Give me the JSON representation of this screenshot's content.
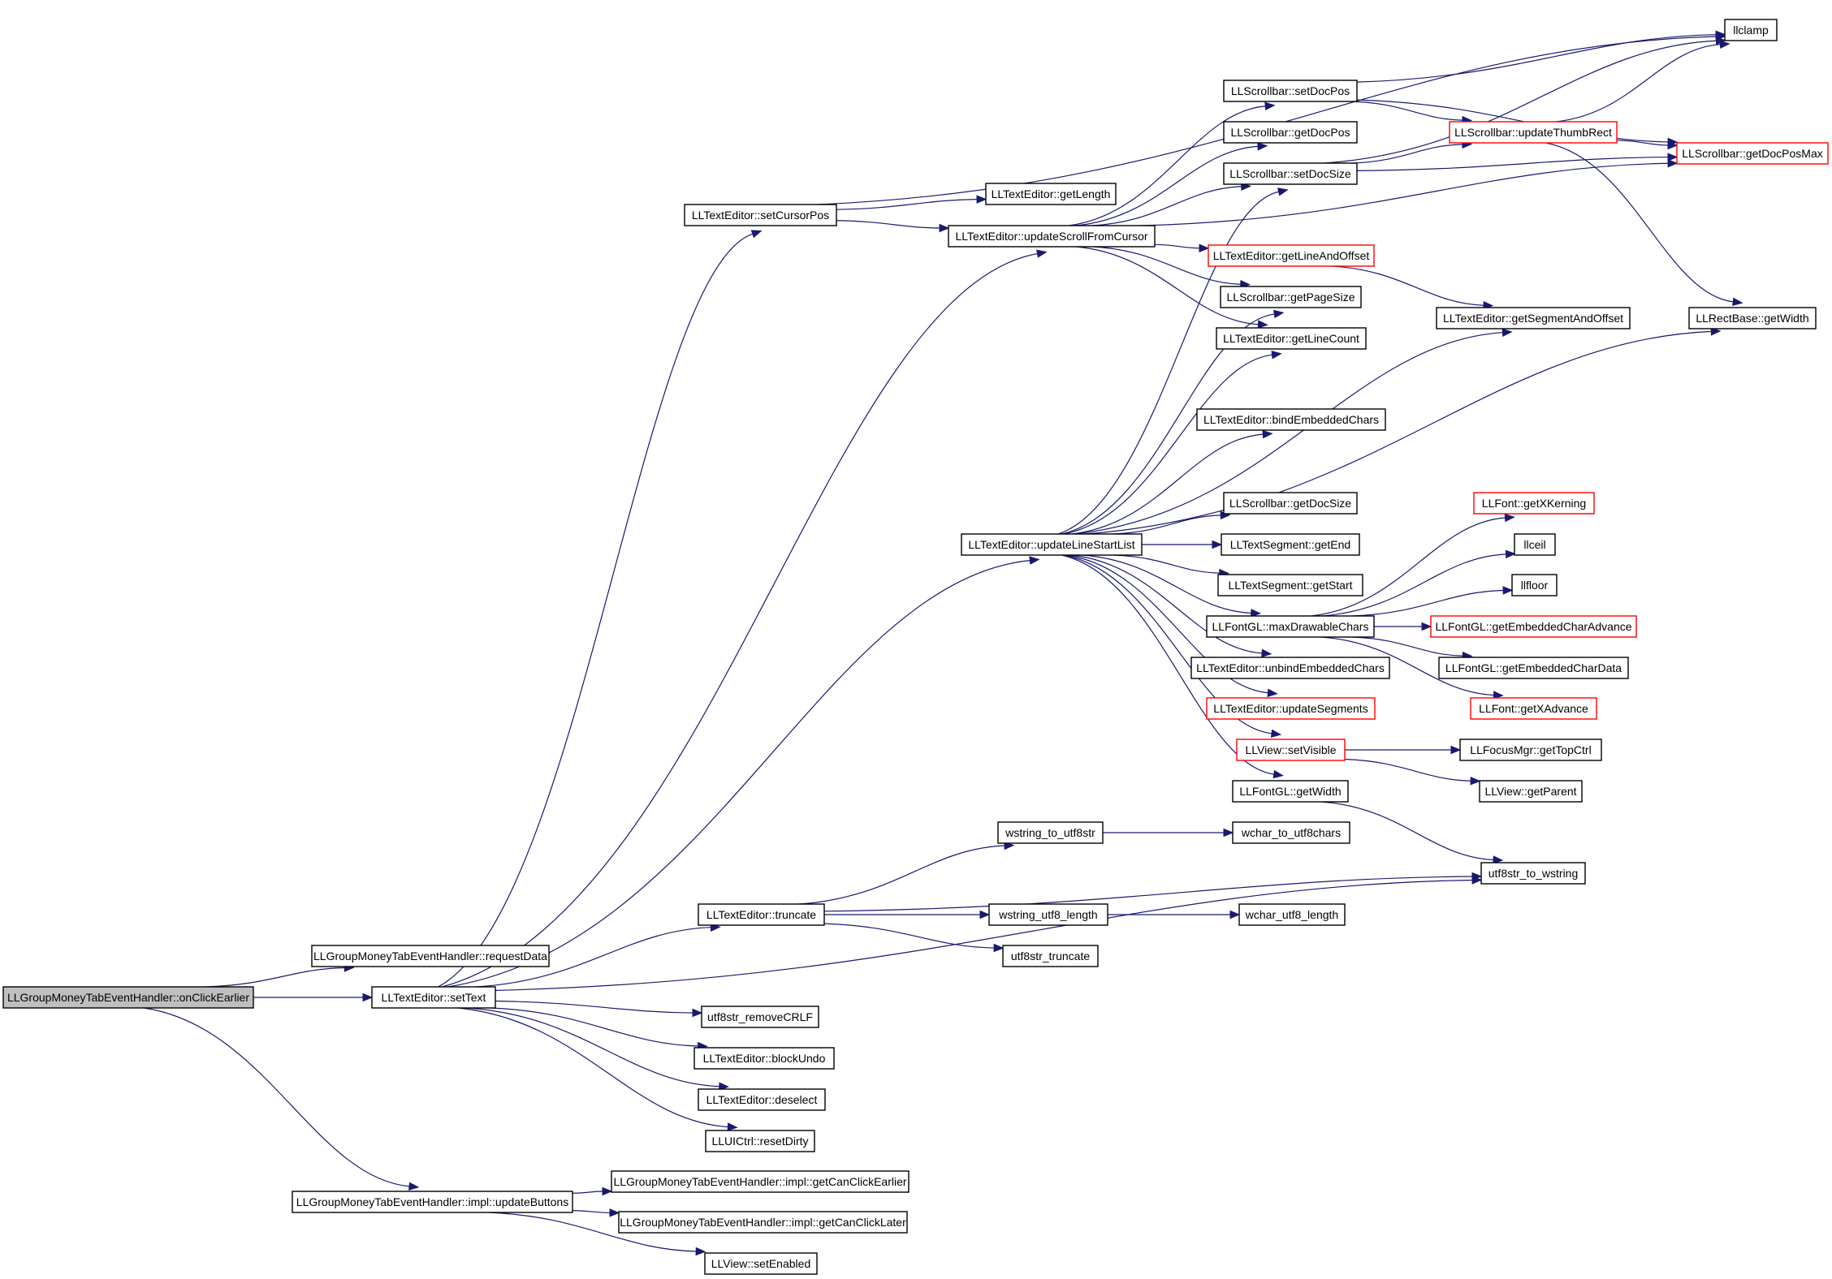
{
  "colors": {
    "edge": "#191970",
    "node_border": "#000000",
    "node_border_truncated": "#ff0000",
    "root_fill": "#bfbfbf",
    "node_fill": "#ffffff"
  },
  "nodes": [
    {
      "id": "onClickEarlier",
      "label": "LLGroupMoneyTabEventHandler::onClickEarlier",
      "root": true
    },
    {
      "id": "requestData",
      "label": "LLGroupMoneyTabEventHandler::requestData"
    },
    {
      "id": "setText",
      "label": "LLTextEditor::setText"
    },
    {
      "id": "updateButtons",
      "label": "LLGroupMoneyTabEventHandler::impl::updateButtons"
    },
    {
      "id": "setCursorPos",
      "label": "LLTextEditor::setCursorPos"
    },
    {
      "id": "updateLineStartList",
      "label": "LLTextEditor::updateLineStartList"
    },
    {
      "id": "updateScrollFromCursor",
      "label": "LLTextEditor::updateScrollFromCursor"
    },
    {
      "id": "truncate",
      "label": "LLTextEditor::truncate"
    },
    {
      "id": "utf8str_removeCRLF",
      "label": "utf8str_removeCRLF"
    },
    {
      "id": "blockUndo",
      "label": "LLTextEditor::blockUndo"
    },
    {
      "id": "deselect",
      "label": "LLTextEditor::deselect"
    },
    {
      "id": "resetDirty",
      "label": "LLUICtrl::resetDirty"
    },
    {
      "id": "utf8str_to_wstring",
      "label": "utf8str_to_wstring"
    },
    {
      "id": "getCanClickEarlier",
      "label": "LLGroupMoneyTabEventHandler::impl::getCanClickEarlier"
    },
    {
      "id": "getCanClickLater",
      "label": "LLGroupMoneyTabEventHandler::impl::getCanClickLater"
    },
    {
      "id": "setEnabled",
      "label": "LLView::setEnabled"
    },
    {
      "id": "llclamp",
      "label": "llclamp"
    },
    {
      "id": "getLength",
      "label": "LLTextEditor::getLength"
    },
    {
      "id": "sbSetDocPos",
      "label": "LLScrollbar::setDocPos"
    },
    {
      "id": "sbGetDocPos",
      "label": "LLScrollbar::getDocPos"
    },
    {
      "id": "sbSetDocSize",
      "label": "LLScrollbar::setDocSize"
    },
    {
      "id": "getDocPosMax",
      "label": "LLScrollbar::getDocPosMax",
      "truncated": true
    },
    {
      "id": "getLineAndOffset",
      "label": "LLTextEditor::getLineAndOffset",
      "truncated": true
    },
    {
      "id": "sbGetPageSize",
      "label": "LLScrollbar::getPageSize"
    },
    {
      "id": "getLineCount",
      "label": "LLTextEditor::getLineCount"
    },
    {
      "id": "bindEmbeddedChars",
      "label": "LLTextEditor::bindEmbeddedChars"
    },
    {
      "id": "sbGetDocSize",
      "label": "LLScrollbar::getDocSize"
    },
    {
      "id": "segGetEnd",
      "label": "LLTextSegment::getEnd"
    },
    {
      "id": "segGetStart",
      "label": "LLTextSegment::getStart"
    },
    {
      "id": "maxDrawableChars",
      "label": "LLFontGL::maxDrawableChars"
    },
    {
      "id": "unbindEmbeddedChars",
      "label": "LLTextEditor::unbindEmbeddedChars"
    },
    {
      "id": "updateSegments",
      "label": "LLTextEditor::updateSegments",
      "truncated": true
    },
    {
      "id": "setVisible",
      "label": "LLView::setVisible",
      "truncated": true
    },
    {
      "id": "fontGetWidth",
      "label": "LLFontGL::getWidth"
    },
    {
      "id": "updateThumbRect",
      "label": "LLScrollbar::updateThumbRect",
      "truncated": true
    },
    {
      "id": "getSegmentAndOffset",
      "label": "LLTextEditor::getSegmentAndOffset"
    },
    {
      "id": "rectGetWidth",
      "label": "LLRectBase::getWidth"
    },
    {
      "id": "getXKerning",
      "label": "LLFont::getXKerning",
      "truncated": true
    },
    {
      "id": "llceil",
      "label": "llceil"
    },
    {
      "id": "llfloor",
      "label": "llfloor"
    },
    {
      "id": "getEmbeddedCharAdvance",
      "label": "LLFontGL::getEmbeddedCharAdvance",
      "truncated": true
    },
    {
      "id": "getEmbeddedCharData",
      "label": "LLFontGL::getEmbeddedCharData"
    },
    {
      "id": "getXAdvance",
      "label": "LLFont::getXAdvance",
      "truncated": true
    },
    {
      "id": "getTopCtrl",
      "label": "LLFocusMgr::getTopCtrl"
    },
    {
      "id": "getParent",
      "label": "LLView::getParent"
    },
    {
      "id": "wstring_to_utf8str",
      "label": "wstring_to_utf8str"
    },
    {
      "id": "wchar_to_utf8chars",
      "label": "wchar_to_utf8chars"
    },
    {
      "id": "wstring_utf8_length",
      "label": "wstring_utf8_length"
    },
    {
      "id": "wchar_utf8_length",
      "label": "wchar_utf8_length"
    },
    {
      "id": "utf8str_truncate",
      "label": "utf8str_truncate"
    }
  ],
  "edges": [
    [
      "onClickEarlier",
      "requestData"
    ],
    [
      "onClickEarlier",
      "setText"
    ],
    [
      "onClickEarlier",
      "updateButtons"
    ],
    [
      "setText",
      "setCursorPos"
    ],
    [
      "setText",
      "updateLineStartList"
    ],
    [
      "setText",
      "updateScrollFromCursor"
    ],
    [
      "setText",
      "truncate"
    ],
    [
      "setText",
      "utf8str_removeCRLF"
    ],
    [
      "setText",
      "blockUndo"
    ],
    [
      "setText",
      "deselect"
    ],
    [
      "setText",
      "resetDirty"
    ],
    [
      "setText",
      "utf8str_to_wstring"
    ],
    [
      "updateButtons",
      "getCanClickEarlier"
    ],
    [
      "updateButtons",
      "getCanClickLater"
    ],
    [
      "updateButtons",
      "setEnabled"
    ],
    [
      "setCursorPos",
      "llclamp"
    ],
    [
      "setCursorPos",
      "getLength"
    ],
    [
      "setCursorPos",
      "updateScrollFromCursor"
    ],
    [
      "updateScrollFromCursor",
      "sbSetDocPos"
    ],
    [
      "updateScrollFromCursor",
      "sbGetDocPos"
    ],
    [
      "updateScrollFromCursor",
      "sbSetDocSize"
    ],
    [
      "updateScrollFromCursor",
      "getDocPosMax"
    ],
    [
      "updateScrollFromCursor",
      "getLineAndOffset"
    ],
    [
      "updateScrollFromCursor",
      "sbGetPageSize"
    ],
    [
      "updateScrollFromCursor",
      "getLineCount"
    ],
    [
      "updateLineStartList",
      "sbSetDocSize"
    ],
    [
      "updateLineStartList",
      "sbGetPageSize"
    ],
    [
      "updateLineStartList",
      "getLineCount"
    ],
    [
      "updateLineStartList",
      "getSegmentAndOffset"
    ],
    [
      "updateLineStartList",
      "rectGetWidth"
    ],
    [
      "updateLineStartList",
      "bindEmbeddedChars"
    ],
    [
      "updateLineStartList",
      "sbGetDocSize"
    ],
    [
      "updateLineStartList",
      "segGetEnd"
    ],
    [
      "updateLineStartList",
      "segGetStart"
    ],
    [
      "updateLineStartList",
      "maxDrawableChars"
    ],
    [
      "updateLineStartList",
      "unbindEmbeddedChars"
    ],
    [
      "updateLineStartList",
      "updateSegments"
    ],
    [
      "updateLineStartList",
      "setVisible"
    ],
    [
      "updateLineStartList",
      "fontGetWidth"
    ],
    [
      "sbSetDocPos",
      "llclamp"
    ],
    [
      "sbSetDocPos",
      "updateThumbRect"
    ],
    [
      "sbSetDocPos",
      "getDocPosMax"
    ],
    [
      "sbSetDocSize",
      "llclamp"
    ],
    [
      "sbSetDocSize",
      "updateThumbRect"
    ],
    [
      "sbSetDocSize",
      "getDocPosMax"
    ],
    [
      "updateThumbRect",
      "llclamp"
    ],
    [
      "updateThumbRect",
      "getDocPosMax"
    ],
    [
      "updateThumbRect",
      "rectGetWidth"
    ],
    [
      "getLineAndOffset",
      "getSegmentAndOffset"
    ],
    [
      "maxDrawableChars",
      "getXKerning"
    ],
    [
      "maxDrawableChars",
      "llceil"
    ],
    [
      "maxDrawableChars",
      "llfloor"
    ],
    [
      "maxDrawableChars",
      "getEmbeddedCharAdvance"
    ],
    [
      "maxDrawableChars",
      "getEmbeddedCharData"
    ],
    [
      "maxDrawableChars",
      "getXAdvance"
    ],
    [
      "setVisible",
      "getTopCtrl"
    ],
    [
      "setVisible",
      "getParent"
    ],
    [
      "fontGetWidth",
      "utf8str_to_wstring"
    ],
    [
      "truncate",
      "wstring_to_utf8str"
    ],
    [
      "truncate",
      "utf8str_to_wstring"
    ],
    [
      "truncate",
      "wstring_utf8_length"
    ],
    [
      "truncate",
      "utf8str_truncate"
    ],
    [
      "wstring_to_utf8str",
      "wchar_to_utf8chars"
    ],
    [
      "wstring_utf8_length",
      "wchar_utf8_length"
    ]
  ]
}
